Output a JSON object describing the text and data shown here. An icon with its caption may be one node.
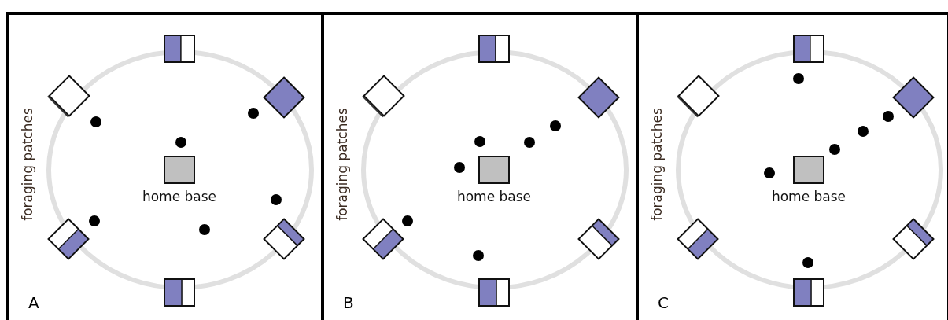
{
  "diagram": {
    "nodes": [
      {
        "text": [
          "foraging patches",
          "A"
        ]
      },
      {
        "text": [],
        "shape": "box",
        "in": 0
      },
      {
        "text": [],
        "shape": "diamond",
        "in": 0
      },
      {
        "text": [],
        "shape": "diamond",
        "in": 0
      },
      {
        "text": [
          "home base"
        ],
        "in": 0
      },
      {
        "text": [],
        "shape": "diamond",
        "in": 0
      },
      {
        "text": [],
        "shape": "diamond",
        "in": 0
      },
      {
        "text": [],
        "shape": "box",
        "in": 0
      },
      {
        "text": [
          "foraging patches",
          "B"
        ]
      },
      {
        "text": [],
        "shape": "box",
        "in": 8
      },
      {
        "text": [],
        "shape": "diamond",
        "in": 8
      },
      {
        "text": [],
        "shape": "diamond",
        "in": 8
      },
      {
        "text": [
          "home base"
        ],
        "in": 8
      },
      {
        "text": [],
        "shape": "diamond",
        "in": 8
      },
      {
        "text": [],
        "shape": "diamond",
        "in": 8
      },
      {
        "text": [],
        "shape": "box",
        "in": 8
      },
      {
        "text": [
          "foraging patches",
          "C"
        ]
      },
      {
        "text": [],
        "shape": "box",
        "in": 16
      },
      {
        "text": [],
        "shape": "diamond",
        "in": 16
      },
      {
        "text": [],
        "shape": "diamond",
        "in": 16
      },
      {
        "text": [
          "home base"
        ],
        "in": 16
      },
      {
        "text": [],
        "shape": "diamond",
        "in": 16
      },
      {
        "text": [],
        "shape": "diamond",
        "in": 16
      },
      {
        "text": [],
        "shape": "box",
        "in": 16
      }
    ]
  }
}
